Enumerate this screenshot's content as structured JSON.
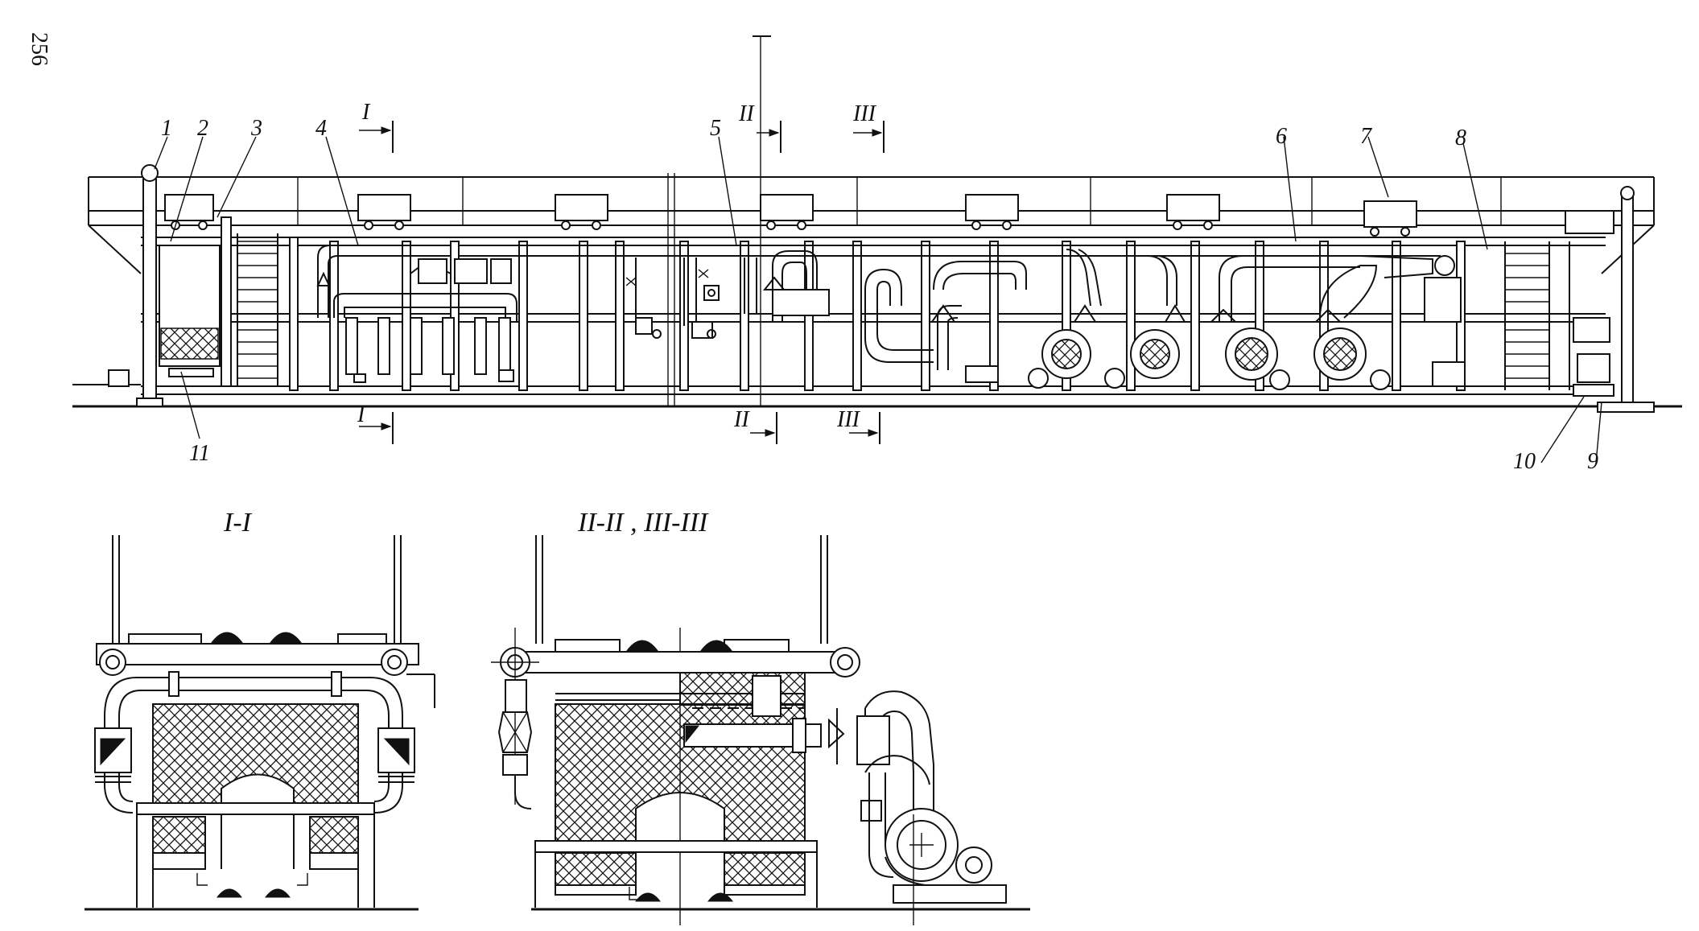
{
  "page": {
    "number": "256"
  },
  "main_view": {
    "labels": {
      "item_1": "1",
      "item_2": "2",
      "item_3": "3",
      "item_4": "4",
      "item_5": "5",
      "item_6": "6",
      "item_7": "7",
      "item_8": "8",
      "item_9": "9",
      "item_10": "10",
      "item_11": "11"
    },
    "section_marks": {
      "s1": "I",
      "s2": "II",
      "s3": "III"
    }
  },
  "sections": {
    "left_title": "I-I",
    "right_title": "II-II , III-III"
  }
}
